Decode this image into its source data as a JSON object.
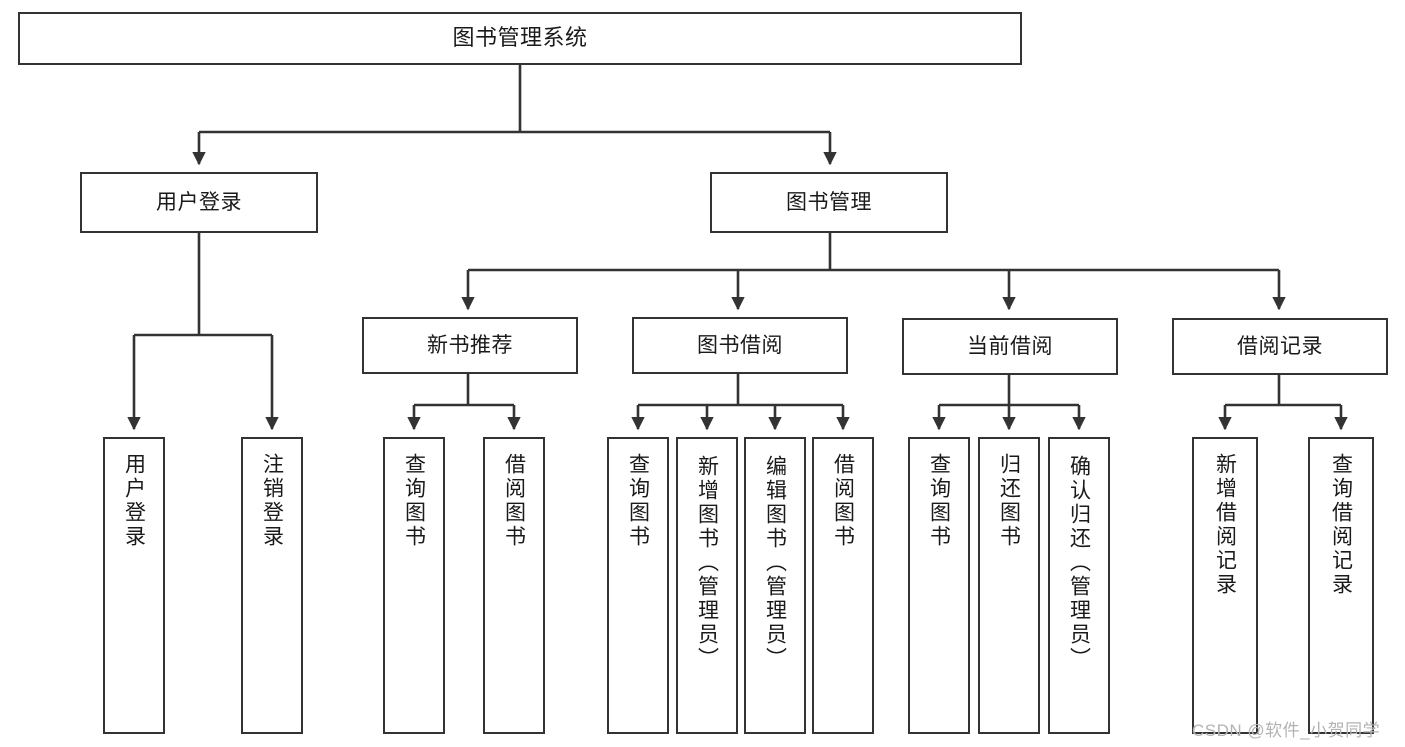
{
  "diagram": {
    "title": "图书管理系统",
    "type": "tree",
    "root": {
      "label": "图书管理系统"
    },
    "level1": [
      {
        "label": "用户登录"
      },
      {
        "label": "图书管理"
      }
    ],
    "level2": [
      {
        "label": "新书推荐"
      },
      {
        "label": "图书借阅"
      },
      {
        "label": "当前借阅"
      },
      {
        "label": "借阅记录"
      }
    ],
    "leaves": {
      "user_login": [
        {
          "label": "用户登录"
        },
        {
          "label": "注销登录"
        }
      ],
      "new_book_recommend": [
        {
          "label": "查询图书"
        },
        {
          "label": "借阅图书"
        }
      ],
      "book_borrow": [
        {
          "label": "查询图书"
        },
        {
          "label": "新增图书（管理员）"
        },
        {
          "label": "编辑图书（管理员）"
        },
        {
          "label": "借阅图书"
        }
      ],
      "current_borrow": [
        {
          "label": "查询图书"
        },
        {
          "label": "归还图书"
        },
        {
          "label": "确认归还（管理员）"
        }
      ],
      "borrow_record": [
        {
          "label": "新增借阅记录"
        },
        {
          "label": "查询借阅记录"
        }
      ]
    }
  },
  "watermark": {
    "text": "CSDN @软件_小贺同学"
  },
  "colors": {
    "border": "#333333",
    "background": "#ffffff",
    "text": "#1a1a1a",
    "watermark": "#b3b3b3"
  }
}
